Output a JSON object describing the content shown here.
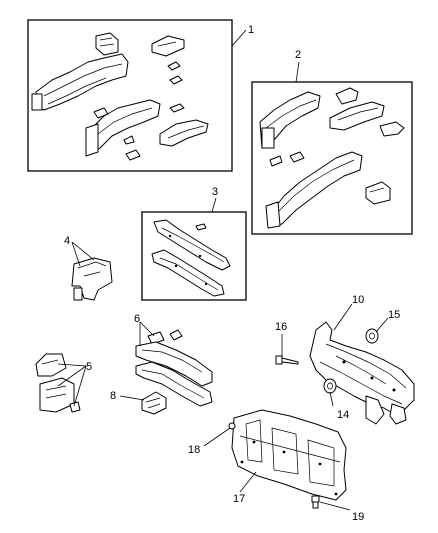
{
  "callouts": {
    "c1": "1",
    "c2": "2",
    "c3": "3",
    "c4": "4",
    "c5": "5",
    "c6": "6",
    "c8": "8",
    "c10": "10",
    "c14": "14",
    "c15": "15",
    "c16": "16",
    "c17": "17",
    "c18": "18",
    "c19": "19"
  }
}
